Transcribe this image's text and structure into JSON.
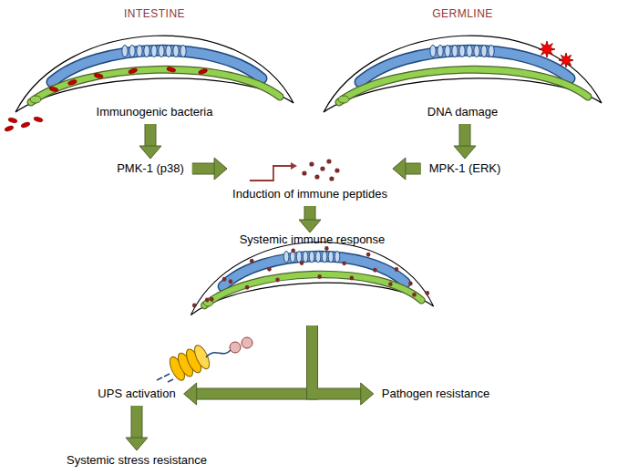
{
  "diagram": {
    "nodes": [
      {
        "text": [
          "INTESTINE",
          "Immunogenic bacteria"
        ]
      },
      {
        "text": [
          "GERMLINE",
          "DNA damage"
        ]
      },
      {
        "text": [
          "PMK-1 (p38)"
        ]
      },
      {
        "text": [
          "MPK-1 (ERK)"
        ]
      },
      {
        "text": [
          "Induction of immune peptides"
        ]
      },
      {
        "text": [
          "Systemic immune response"
        ]
      },
      {
        "text": [
          "UPS activation"
        ]
      },
      {
        "text": [
          "Pathogen resistance"
        ]
      },
      {
        "text": [
          "Systemic stress resistance"
        ]
      }
    ],
    "edges": [
      {
        "from": 0,
        "to": 2,
        "arrow": "to"
      },
      {
        "from": 1,
        "to": 3,
        "arrow": "to"
      },
      {
        "from": 2,
        "to": 4,
        "arrow": "to"
      },
      {
        "from": 3,
        "to": 4,
        "arrow": "to"
      },
      {
        "from": 4,
        "to": 5,
        "arrow": "to"
      },
      {
        "from": 5,
        "to": 6,
        "arrow": "to"
      },
      {
        "from": 5,
        "to": 7,
        "arrow": "to"
      },
      {
        "from": 6,
        "to": 8,
        "arrow": "to"
      }
    ]
  }
}
